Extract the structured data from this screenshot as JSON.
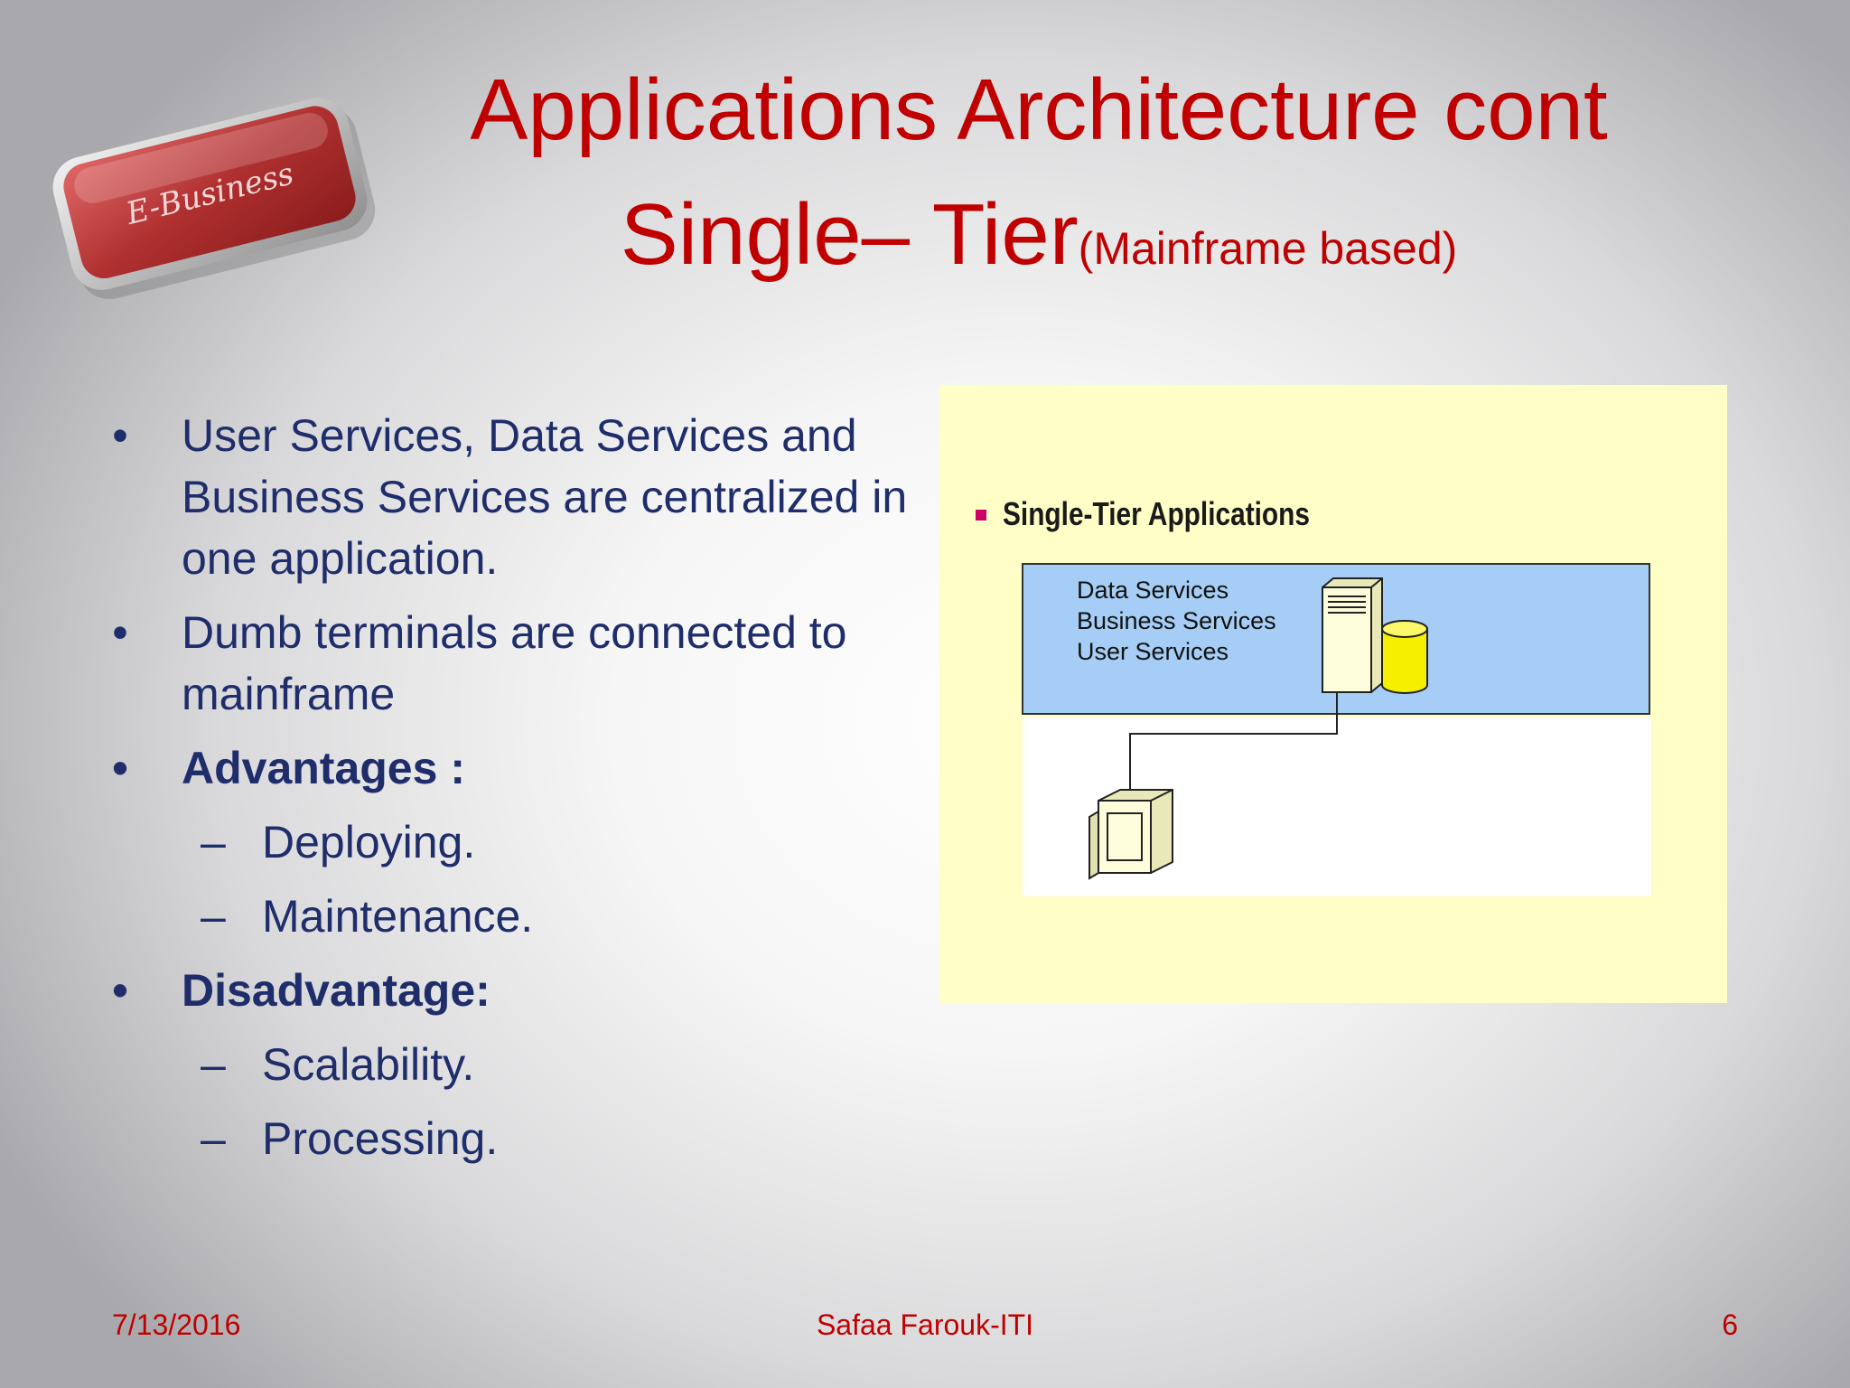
{
  "logo": {
    "text": "E-Business"
  },
  "title": {
    "line1": "Applications Architecture cont",
    "line2_main": "Single– Tier",
    "line2_sub": "(Mainframe based)"
  },
  "bullets": [
    {
      "text": "User Services, Data Services and Business Services are centralized in one application."
    },
    {
      "text": "Dumb terminals are connected to mainframe"
    },
    {
      "text": "Advantages :",
      "children": [
        "Deploying.",
        "Maintenance."
      ]
    },
    {
      "text": "Disadvantage:",
      "children": [
        "Scalability.",
        "Processing."
      ]
    }
  ],
  "diagram": {
    "heading": "Single-Tier Applications",
    "services": [
      "Data Services",
      "Business Services",
      "User Services"
    ],
    "colors": {
      "panel": "#fefec6",
      "tier_box": "#a6cdf5",
      "bullet": "#cc0066",
      "database": "#f5f000"
    }
  },
  "footer": {
    "date": "7/13/2016",
    "author": "Safaa Farouk-ITI",
    "page": "6"
  }
}
